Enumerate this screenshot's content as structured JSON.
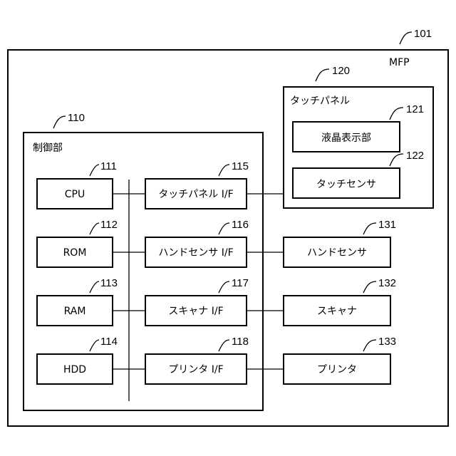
{
  "mfp": {
    "ref": "101",
    "label": "MFP"
  },
  "touch_panel": {
    "ref": "120",
    "label": "タッチパネル",
    "lcd": {
      "ref": "121",
      "label": "液晶表示部"
    },
    "sensor": {
      "ref": "122",
      "label": "タッチセンサ"
    }
  },
  "controller": {
    "ref": "110",
    "label": "制御部",
    "cpu": {
      "ref": "111",
      "label": "CPU"
    },
    "rom": {
      "ref": "112",
      "label": "ROM"
    },
    "ram": {
      "ref": "113",
      "label": "RAM"
    },
    "hdd": {
      "ref": "114",
      "label": "HDD"
    },
    "touch_panel_if": {
      "ref": "115",
      "label": "タッチパネル I/F"
    },
    "hand_sensor_if": {
      "ref": "116",
      "label": "ハンドセンサ I/F"
    },
    "scanner_if": {
      "ref": "117",
      "label": "スキャナ I/F"
    },
    "printer_if": {
      "ref": "118",
      "label": "プリンタ I/F"
    }
  },
  "hand_sensor": {
    "ref": "131",
    "label": "ハンドセンサ"
  },
  "scanner": {
    "ref": "132",
    "label": "スキャナ"
  },
  "printer": {
    "ref": "133",
    "label": "プリンタ"
  }
}
